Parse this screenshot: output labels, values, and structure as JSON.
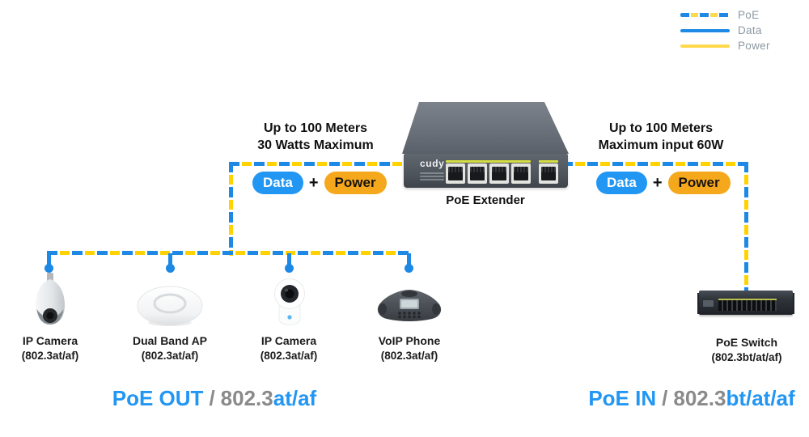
{
  "colors": {
    "cable_blue": "#1E88E5",
    "cable_yellow": "#FFD200",
    "badge_blue": "#2196F3",
    "badge_power_orange": "#F6A81C",
    "legend_text_gray": "#8C99A3",
    "footer_gray": "#8A8A8A",
    "text_black": "#1B1B1B"
  },
  "legend": {
    "items": [
      {
        "label": "PoE",
        "style": "dashed-blue-yellow"
      },
      {
        "label": "Data",
        "style": "solid-blue"
      },
      {
        "label": "Power",
        "style": "solid-yellow"
      }
    ]
  },
  "connections": {
    "left": {
      "info_line1": "Up to 100 Meters",
      "info_line2": "30 Watts Maximum",
      "badge_data": "Data",
      "badge_plus": "+",
      "badge_power": "Power"
    },
    "right": {
      "info_line1": "Up to 100 Meters",
      "info_line2": "Maximum input 60W",
      "badge_data": "Data",
      "badge_plus": "+",
      "badge_power": "Power"
    }
  },
  "extender": {
    "brand": "cudy",
    "label": "PoE Extender"
  },
  "devices": [
    {
      "name": "IP Camera",
      "standard": "(802.3at/af)"
    },
    {
      "name": "Dual Band AP",
      "standard": "(802.3at/af)"
    },
    {
      "name": "IP Camera",
      "standard": "(802.3at/af)"
    },
    {
      "name": "VoIP Phone",
      "standard": "(802.3at/af)"
    }
  ],
  "poe_switch": {
    "name": "PoE Switch",
    "standard": "(802.3bt/at/af)"
  },
  "footer": {
    "left": {
      "title": "PoE OUT",
      "separator": "/",
      "spec_prefix": "802.3",
      "spec_suffix": "at/af"
    },
    "right": {
      "title": "PoE IN",
      "separator": "/",
      "spec_prefix": "802.3",
      "spec_suffix": "bt/at/af"
    }
  }
}
